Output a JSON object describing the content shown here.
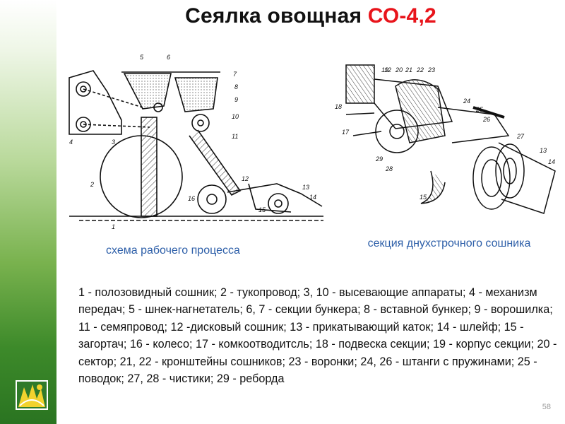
{
  "slide": {
    "title_main": "Сеялка овощная ",
    "title_model": "СО-4,2",
    "accent_color": "#e8141b",
    "caption_left": "схема рабочего процесса",
    "caption_right": "секция днухстрочного сошника",
    "legend": "1 - полозовидный сошник; 2 - тукопровод; 3, 10 - высевающие аппараты; 4 - механизм передач; 5 - шнек-нагнетатель; 6, 7 - секции бункера; 8 - вставной бункер; 9 - ворошилка; 11 - семяпровод; 12 -дисковый сошник; 13 - прикатывающий каток; 14 - шлейф; 15 - загортач; 16 - колесо; 17 - комкоотводитсль; 18 - подвеска секции; 19 - корпус секции; 20 - сектор; 21, 22 - кронштейны сошников; 23 - воронки; 24, 26 - штанги с пружинами; 25 - поводок; 27, 28 - чистики; 29 - реборда",
    "page_number": "58"
  },
  "figure_left": {
    "labels": [
      "1",
      "2",
      "3",
      "4",
      "5",
      "6",
      "7",
      "8",
      "9",
      "10",
      "11",
      "12",
      "13",
      "14",
      "15",
      "16"
    ]
  },
  "figure_right": {
    "labels": [
      "12",
      "13",
      "14",
      "15",
      "17",
      "18",
      "19",
      "20",
      "21",
      "22",
      "23",
      "24",
      "25",
      "26",
      "27",
      "28",
      "29"
    ]
  },
  "logo": {
    "icon": "university-logo-icon"
  }
}
